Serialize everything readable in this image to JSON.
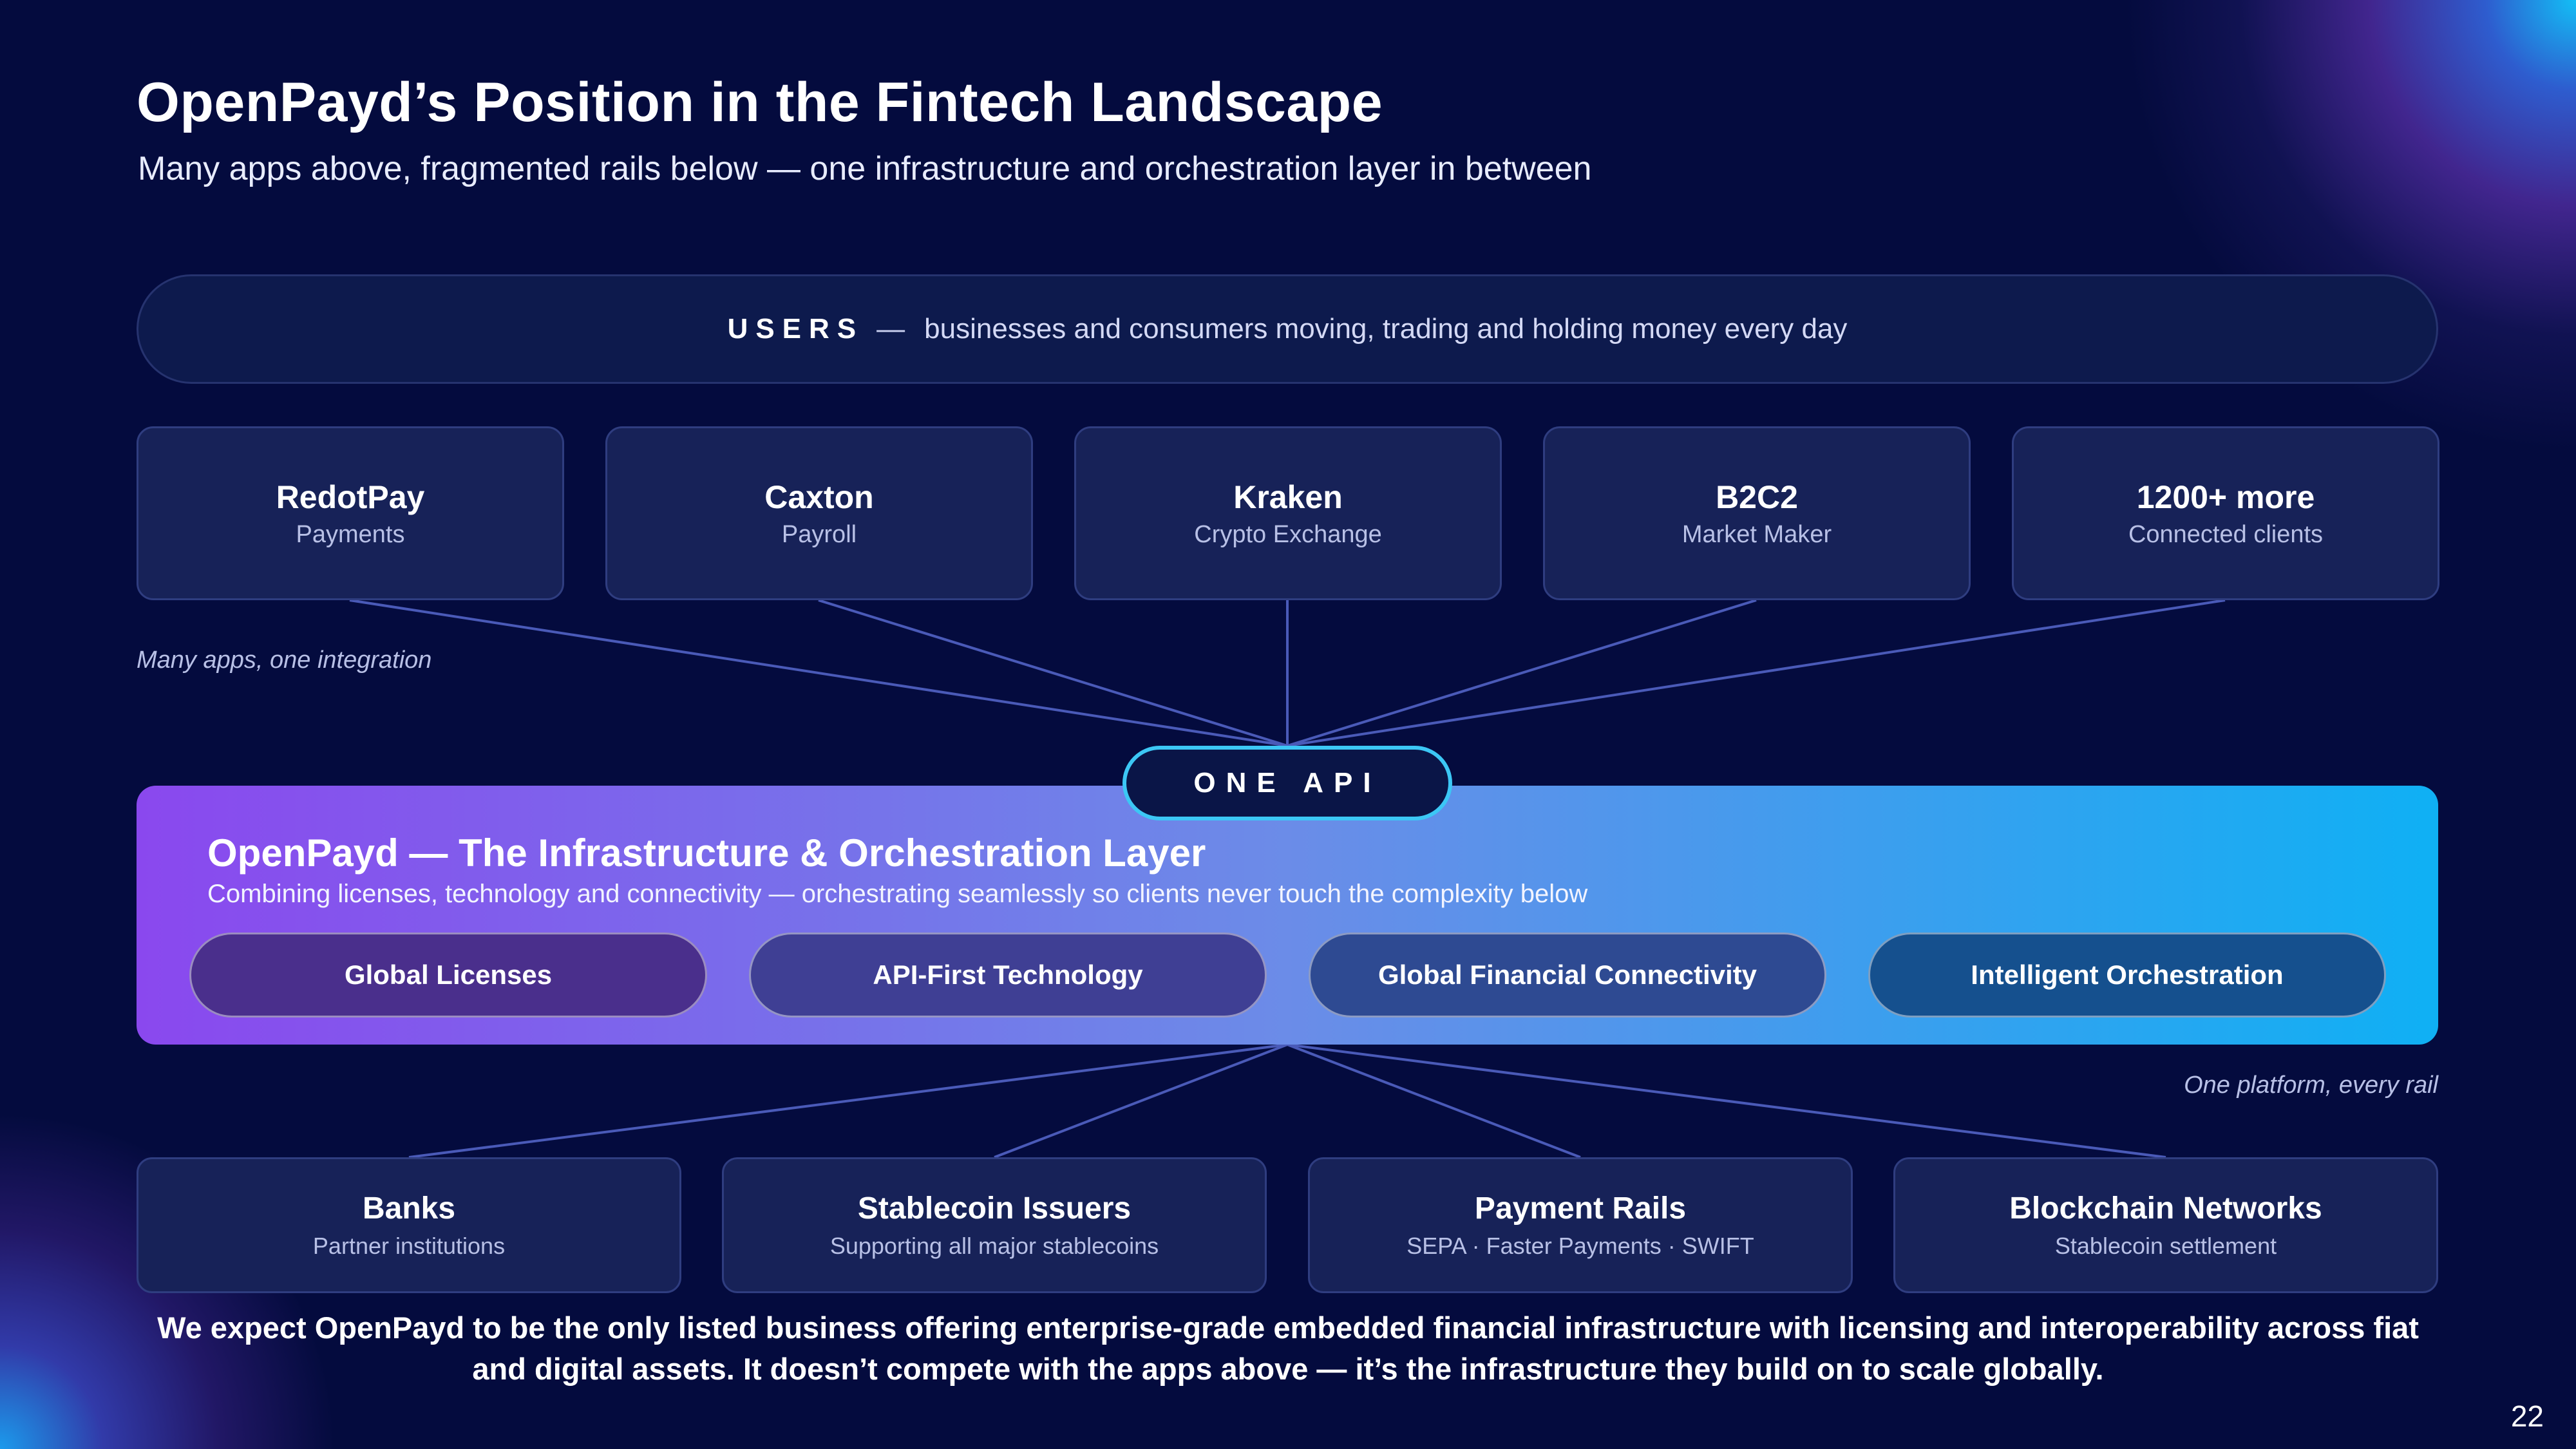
{
  "title": "OpenPayd’s Position in the Fintech Landscape",
  "subtitle": "Many apps above, fragmented rails below — one infrastructure and orchestration layer in between",
  "users": {
    "label": "USERS",
    "separator": "—",
    "description": "businesses and consumers moving, trading and holding money every day"
  },
  "apps": [
    {
      "name": "RedotPay",
      "sub": "Payments"
    },
    {
      "name": "Caxton",
      "sub": "Payroll"
    },
    {
      "name": "Kraken",
      "sub": "Crypto Exchange"
    },
    {
      "name": "B2C2",
      "sub": "Market Maker"
    },
    {
      "name": "1200+ more",
      "sub": "Connected clients"
    }
  ],
  "notes": {
    "apps": "Many apps, one integration",
    "rails": "One platform, every rail"
  },
  "one_api": "ONE API",
  "layer": {
    "title": "OpenPayd — The Infrastructure & Orchestration Layer",
    "subtitle": "Combining licenses, technology and connectivity — orchestrating seamlessly so clients never touch the complexity below",
    "pills": [
      {
        "label": "Global Licenses",
        "color": "#4a2f8c"
      },
      {
        "label": "API-First Technology",
        "color": "#3f3f94"
      },
      {
        "label": "Global Financial Connectivity",
        "color": "#2e4a92"
      },
      {
        "label": "Intelligent Orchestration",
        "color": "#15508e"
      }
    ]
  },
  "rails": [
    {
      "name": "Banks",
      "sub": "Partner institutions"
    },
    {
      "name": "Stablecoin Issuers",
      "sub": "Supporting all major stablecoins"
    },
    {
      "name": "Payment Rails",
      "sub": "SEPA · Faster Payments · SWIFT"
    },
    {
      "name": "Blockchain Networks",
      "sub": "Stablecoin settlement"
    }
  ],
  "bottom_text": "We expect OpenPayd to be the only listed business offering enterprise-grade embedded financial infrastructure with licensing and interoperability across fiat and digital assets. It doesn’t compete with the apps above — it’s the infrastructure they build on to scale globally.",
  "page_number": "22",
  "colors": {
    "background": "#040b3e",
    "card": "#172258",
    "connector": "#4a5ab8",
    "api_border": "#3cc7f5"
  }
}
